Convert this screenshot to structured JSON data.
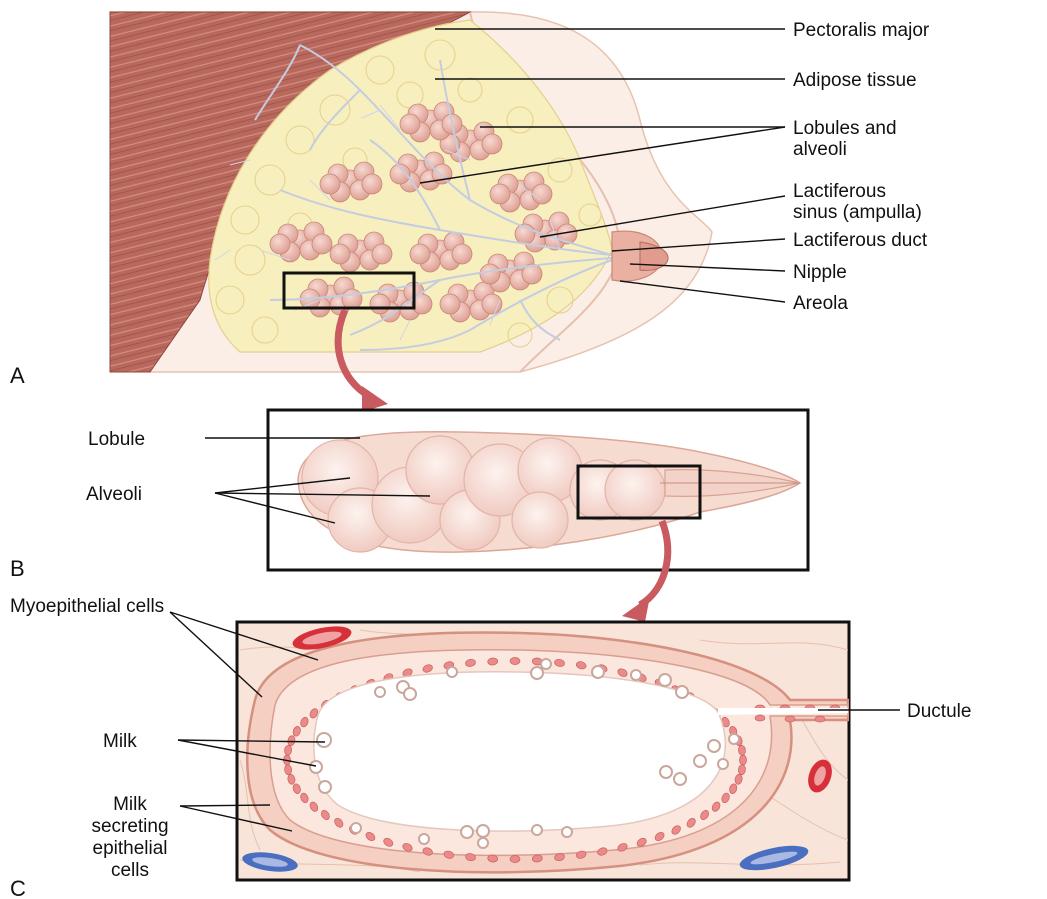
{
  "panels": {
    "a": "A",
    "b": "B",
    "c": "C"
  },
  "labels_a": {
    "pectoralis_major": "Pectoralis major",
    "adipose_tissue": "Adipose tissue",
    "lobules_line1": "Lobules and",
    "lobules_line2": "alveoli",
    "sinus_line1": "Lactiferous",
    "sinus_line2": "sinus (ampulla)",
    "lactiferous_duct": "Lactiferous duct",
    "nipple": "Nipple",
    "areola": "Areola"
  },
  "labels_b": {
    "lobule": "Lobule",
    "alveoli": "Alveoli"
  },
  "labels_c": {
    "myoepithelial_cells": "Myoepithelial cells",
    "milk": "Milk",
    "secreting_line1": "Milk",
    "secreting_line2": "secreting",
    "secreting_line3": "epithelial",
    "secreting_line4": "cells",
    "ductule": "Ductule"
  },
  "colors": {
    "muscle": "#b5655a",
    "adipose": "#f8efbf",
    "skin": "#f8e2d6",
    "lobule": "#e9ada0",
    "duct": "#c6cfe0",
    "arrow": "#c95a5f",
    "vessel_red": "#d8303a",
    "vessel_blue": "#4a6fc0"
  }
}
